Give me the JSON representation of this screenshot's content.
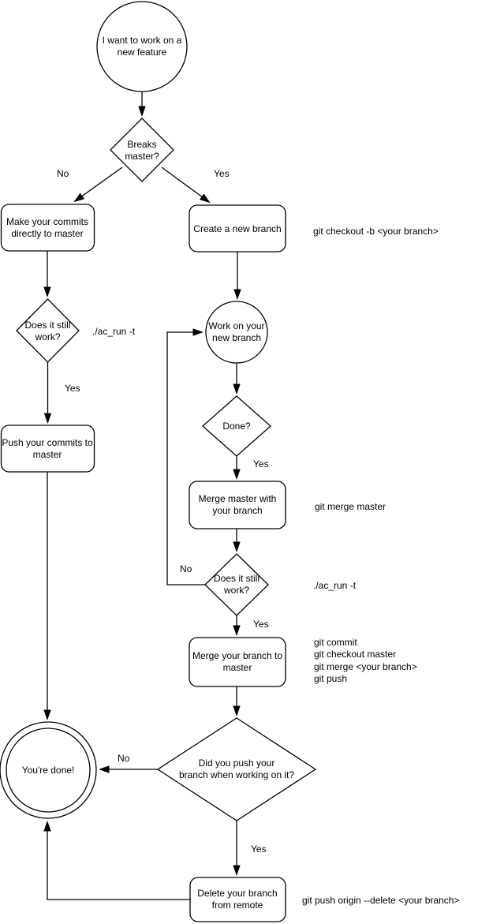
{
  "flowchart": {
    "colors": {
      "background": "#ffffff",
      "line": "#000000",
      "text": "#000000"
    },
    "nodes": {
      "start": "I want to work on a\nnew feature",
      "breaks_master": "Breaks\nmaster?",
      "make_commits": "Make your commits\ndirectly to master",
      "create_branch": "Create a new branch",
      "does_it_work_left": "Does it still\nwork?",
      "push_commits": "Push your commits to\nmaster",
      "work_on_branch": "Work on your\nnew branch",
      "done_q": "Done?",
      "merge_master": "Merge master with\nyour branch",
      "does_it_work_right": "Does it still\nwork?",
      "merge_branch": "Merge your branch to\nmaster",
      "did_you_push": "Did you push your\nbranch when working on it?",
      "youre_done": "You're done!",
      "delete_branch": "Delete your branch\nfrom remote"
    },
    "edge_labels": {
      "breaks_no": "No",
      "breaks_yes": "Yes",
      "work_left_yes": "Yes",
      "done_yes": "Yes",
      "work_right_no": "No",
      "work_right_yes": "Yes",
      "push_q_no": "No",
      "push_q_yes": "Yes"
    },
    "annotations": {
      "checkout": "git checkout -b <your branch>",
      "ac_run_left": "./ac_run -t",
      "merge_master_cmd": "git merge master",
      "ac_run_right": "./ac_run -t",
      "merge_branch_cmds": "git commit\ngit checkout master\ngit merge <your branch>\ngit push",
      "delete_remote_cmd": "git push origin --delete <your branch>"
    }
  }
}
